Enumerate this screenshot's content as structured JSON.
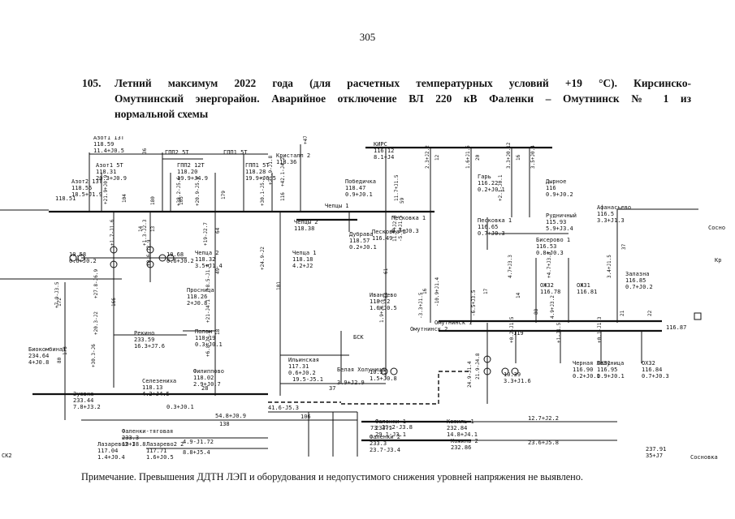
{
  "page_number": "305",
  "heading": {
    "number": "105.",
    "line1": "Летний максимум 2022 года (для расчетных температурных условий +19 °С). Кирсинско-",
    "line2": "Омутнинский энергорайон. Аварийное отключение ВЛ 220 кВ Фаленки – Омутнинск № 1 из",
    "line3": "нормальной схемы"
  },
  "note": "Примечание. Превышения ДДТН ЛЭП и оборудования и недопустимого снижения уровней напряжения не выявлено.",
  "nodes": [
    {
      "id": "azot1-13t",
      "name": "Азот1 13Т",
      "v": "118.59",
      "flow": "11.4+J0.5"
    },
    {
      "id": "azot1-5t",
      "name": "Азот1 5Т",
      "v": "118.31",
      "flow": "20.3+J0.9"
    },
    {
      "id": "azot2-13t",
      "name": "Азот2 13Т",
      "v": "118.55",
      "flow": "18.5+J1.9"
    },
    {
      "id": "azot2-bus",
      "name": "",
      "v": "118.51",
      "flow": ""
    },
    {
      "id": "gpp2-12t",
      "name": "ГПП2 12Т",
      "v": "118.20",
      "flow": "19.9+J4.9"
    },
    {
      "id": "gpp1-5t",
      "name": "ГПП1 5Т",
      "v": "118.28",
      "flow": "19.9+J6.5"
    },
    {
      "id": "gpp2-top",
      "name": "ГПП2 5Т",
      "v": "",
      "flow": ""
    },
    {
      "id": "gpp1-top",
      "name": "ГПП1 5Т",
      "v": "",
      "flow": ""
    },
    {
      "id": "kristall2",
      "name": "Кристалл 2",
      "v": "118.36",
      "flow": ""
    },
    {
      "id": "pobedichka",
      "name": "Победичка",
      "v": "118.47",
      "flow": "0.9+J0.1"
    },
    {
      "id": "kirs",
      "name": "КИРС",
      "v": "116.12",
      "flow": "8.1+J4"
    },
    {
      "id": "garj",
      "name": "Гарь",
      "v": "116.22",
      "flow": "0.2+J0.1"
    },
    {
      "id": "dyrnoe",
      "name": "Дырное",
      "v": "116",
      "flow": "0.9+J0.2"
    },
    {
      "id": "rudnichnyi",
      "name": "Рудничный",
      "v": "115.93",
      "flow": "5.9+J3.4"
    },
    {
      "id": "afanasevo",
      "name": "Афанасьево",
      "v": "116.5",
      "flow": "3.3+J1.3"
    },
    {
      "id": "sosnovka",
      "name": "Сосно",
      "v": "",
      "flow": ""
    },
    {
      "id": "chepts1",
      "name": "Чепцы 1",
      "v": "",
      "flow": ""
    },
    {
      "id": "chepts2",
      "name": "Чепцы 2",
      "v": "118.38",
      "flow": ""
    },
    {
      "id": "dubrava",
      "name": "Дубрава",
      "v": "118.57",
      "flow": "0.2+J0.1"
    },
    {
      "id": "peskovka1",
      "name": "Песковка 1",
      "v": "",
      "flow": "0.7+J0.3"
    },
    {
      "id": "peskovka2",
      "name": "Песковка 2",
      "v": "116.49",
      "flow": ""
    },
    {
      "id": "peskovka-right",
      "name": "Песковка 1",
      "v": "116.65",
      "flow": "0.7+J0.3"
    },
    {
      "id": "biserovo1",
      "name": "Бисерово 1",
      "v": "116.53",
      "flow": "0.8+J0.3"
    },
    {
      "id": "zalazna",
      "name": "Залазна",
      "v": "116.85",
      "flow": "0.7+J0.2"
    },
    {
      "id": "kr",
      "name": "Кр",
      "v": "",
      "flow": ""
    },
    {
      "id": "chepts-node",
      "name": "Чепца 2",
      "v": "118.32",
      "flow": "3.5+J1.4"
    },
    {
      "id": "chepts-1",
      "name": "Чепца 1",
      "v": "118.18",
      "flow": "4.2+J2"
    },
    {
      "id": "left-1c",
      "name": "",
      "v": "10.58",
      "flow": "0.6+J0.2"
    },
    {
      "id": "left-2c",
      "name": "",
      "v": "10.68",
      "flow": "0.6+J0.2"
    },
    {
      "id": "prosnitsa",
      "name": "Просница",
      "v": "118.26",
      "flow": "2+J0.8"
    },
    {
      "id": "polom",
      "name": "Полом",
      "v": "118.19",
      "flow": "0.3+J0.1"
    },
    {
      "id": "rekino",
      "name": "Рекино",
      "v": "233.59",
      "flow": "16.3+J7.6"
    },
    {
      "id": "filippovo",
      "name": "Филиппово",
      "v": "118.02",
      "flow": "2.9+J0.7"
    },
    {
      "id": "selezenikha",
      "name": "Селезениха",
      "v": "118.13",
      "flow": "4.2+J4.5"
    },
    {
      "id": "selezenikha-b",
      "name": "",
      "v": "",
      "flow": "0.3+J0.1"
    },
    {
      "id": "biokombinat",
      "name": "Биокомбинат",
      "v": "234.64",
      "flow": "4+J0.8"
    },
    {
      "id": "zueva",
      "name": "Зуевка",
      "v": "233.44",
      "flow": "7.8+J3.2"
    },
    {
      "id": "omutninsk1",
      "name": "Омутнинск 1",
      "v": "",
      "flow": ""
    },
    {
      "id": "omutninsk2",
      "name": "Омутнинск 2",
      "v": "",
      "flow": ""
    },
    {
      "id": "ivantsevo",
      "name": "Иванцево",
      "v": "118.52",
      "flow": "1.6+J0.5"
    },
    {
      "id": "ilinskaya",
      "name": "Ильинская",
      "v": "117.31",
      "flow": "0.6+J0.2"
    },
    {
      "id": "belaya-kholunitsa",
      "name": "Белая Холуница",
      "v": "",
      "flow": "3.9+J2.9"
    },
    {
      "id": "bsk",
      "name": "БСК",
      "v": "",
      "flow": ""
    },
    {
      "id": "center-1c",
      "name": "",
      "v": "10.35",
      "flow": "1.5+J0.8"
    },
    {
      "id": "center-2c",
      "name": "",
      "v": "10.39",
      "flow": "3.3+J1.6"
    },
    {
      "id": "ozh32",
      "name": "ОЖ32",
      "v": "116.78",
      "flow": ""
    },
    {
      "id": "ozh31",
      "name": "ОЖ31",
      "v": "116.81",
      "flow": ""
    },
    {
      "id": "chernaya-kholunitsa",
      "name": "Черная Холуница",
      "v": "116.90",
      "flow": "0.2+J0.1"
    },
    {
      "id": "ox31",
      "name": "ОХ31",
      "v": "116.95",
      "flow": "0.9+J0.1"
    },
    {
      "id": "ox32",
      "name": "ОХ32",
      "v": "116.84",
      "flow": "0.7+J0.3"
    },
    {
      "id": "omutninsk-right",
      "name": "",
      "v": "116.87",
      "flow": ""
    },
    {
      "id": "faleni-tyagovaya",
      "name": "Фаленки-тяговая",
      "v": "233.3",
      "flow": "19+J8.8"
    },
    {
      "id": "faleni1",
      "name": "Фаленки 1",
      "v": "233.5",
      "flow": "29.1-J3.1"
    },
    {
      "id": "faleni2",
      "name": "Фаленки 2",
      "v": "233.3",
      "flow": "23.7-J3.4"
    },
    {
      "id": "kosmino1",
      "name": "Кожиль 1",
      "v": "232.84",
      "flow": "14.8+J4.1"
    },
    {
      "id": "kosmino2",
      "name": "Кожиль 2",
      "v": "232.86",
      "flow": ""
    },
    {
      "id": "lazarevo2a",
      "name": "Лазарево2 1",
      "v": "117.04",
      "flow": "1.4+J0.4"
    },
    {
      "id": "lazarevo2b",
      "name": "Лазарево2 2",
      "v": "117.71",
      "flow": "1.6+J0.5"
    },
    {
      "id": "ck2",
      "name": "СК2",
      "v": "",
      "flow": ""
    },
    {
      "id": "sosnovka-b",
      "name": "Сосновка",
      "v": "",
      "flow": ""
    },
    {
      "id": "bottom-right",
      "name": "",
      "v": "237.91",
      "flow": "35+J7"
    }
  ],
  "line_flows": {
    "top_main": "54.8+J0.9",
    "top_main_2": "41.6-J5.3",
    "fal_to_kos": "29.2-J3.8",
    "kos_to_right1": "12.7+J2.2",
    "kos_to_right2": "23.6+J5.8",
    "fal_tyag_1": "4.9-J1.72",
    "fal_tyag_2": "8.8+J5.4",
    "ilin_to_sel": "19.5-J5.1",
    "cur_138": "138",
    "cur_106": "106",
    "cur_119": "119",
    "cur_37": "37",
    "cur_73": "73",
    "cur_28": "28"
  },
  "currents": [
    "104",
    "180",
    "105",
    "179",
    "116",
    "59",
    "12",
    "20",
    "16",
    "14",
    "13",
    "64",
    "101",
    "49",
    "18",
    "172",
    "166",
    "80",
    "173",
    "37",
    "88",
    "54",
    "61",
    "17",
    "16",
    "14",
    "21",
    "22"
  ],
  "vertical_flows": [
    "+21.9+J0.9",
    "+38.2-J5.6",
    "+20.9-J5.4",
    "+30.1-J5.3",
    "+25.9-J1.8",
    "+42.1-J4.2",
    "+47.3",
    "11.7+J1.5",
    "-5.9+J1.5",
    "2.3+J2.2",
    "1.6+J1.5",
    "3.3+J0.12",
    "3.5+J0.4",
    "+2.1-J0.1",
    "+1.7-J1.6",
    "+1.3-J2.3",
    "+0.6-J2.9",
    "+19-J2.7",
    "+24.9-J2",
    "+8.5-J1.4",
    "+21-J4.1",
    "+6.8-J4.2",
    "+7.9-J3.5",
    "+27.8-J6.9",
    "+20.3-J2",
    "+30.3-J6",
    "11.7+J2.6",
    "1.9+J1.5",
    "-3.3+J1.5",
    "-10.9+J1.4",
    "-6.5+J3.5",
    "4.7+J3.3",
    "+4.7+J3.8",
    "4.9+J3.2",
    "+0.2-J1.5",
    "+1-J1.5",
    "+0.1-J1.3",
    "3.4+J1.5",
    "24.9-J1.4",
    "21.9-J4.8",
    "36"
  ],
  "colors": {
    "ink": "#111111",
    "paper": "#ffffff"
  }
}
